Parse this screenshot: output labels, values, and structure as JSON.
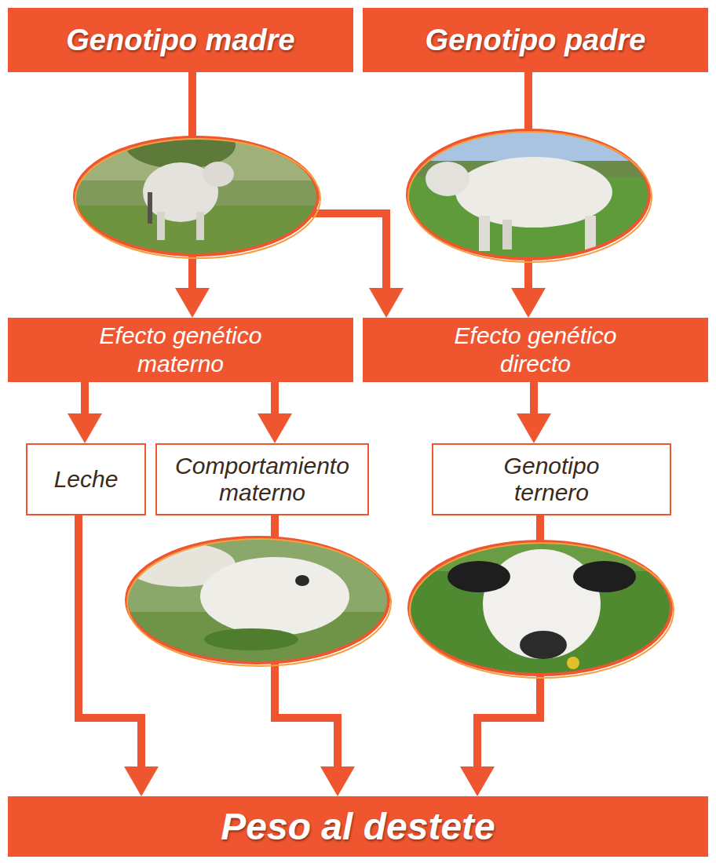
{
  "diagram": {
    "nodes": [
      {
        "text": [
          "Genotipo madre"
        ]
      },
      {
        "text": [
          "Genotipo padre"
        ]
      },
      {
        "text": [
          "Efecto genético materno"
        ]
      },
      {
        "text": [
          "Efecto genético directo"
        ]
      },
      {
        "text": [
          "Leche"
        ]
      },
      {
        "text": [
          "Comportamiento materno"
        ]
      },
      {
        "text": [
          "Genotipo ternero"
        ]
      },
      {
        "text": [
          "Peso al destete"
        ]
      }
    ],
    "edges": [
      {
        "from": 0,
        "to": 2,
        "arrow": "to"
      },
      {
        "from": 0,
        "to": 3,
        "arrow": "to"
      },
      {
        "from": 1,
        "to": 3,
        "arrow": "to"
      },
      {
        "from": 2,
        "to": 4,
        "arrow": "to"
      },
      {
        "from": 2,
        "to": 5,
        "arrow": "to"
      },
      {
        "from": 3,
        "to": 6,
        "arrow": "to"
      },
      {
        "from": 4,
        "to": 7,
        "arrow": "to"
      },
      {
        "from": 5,
        "to": 7,
        "arrow": "to"
      },
      {
        "from": 6,
        "to": 7,
        "arrow": "to"
      }
    ]
  }
}
